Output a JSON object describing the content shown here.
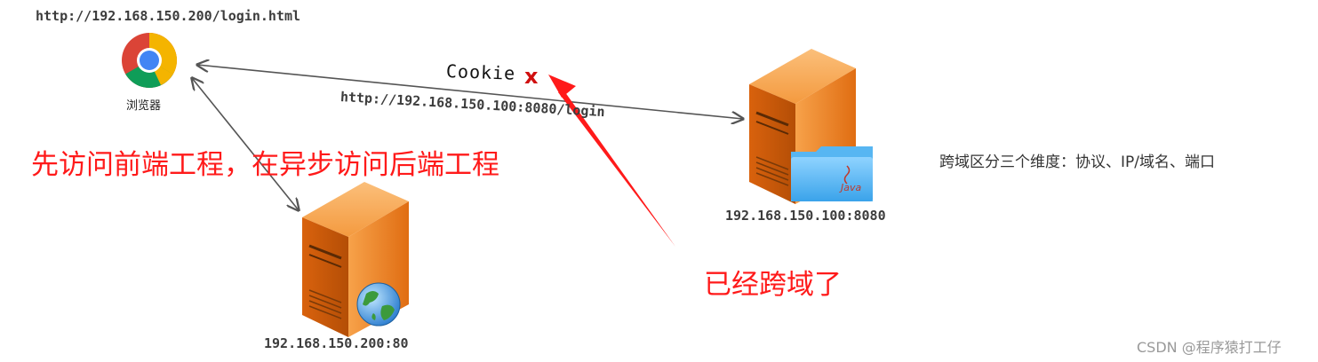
{
  "browser": {
    "url": "http://192.168.150.200/login.html",
    "label": "浏览器",
    "icon": "chrome-icon"
  },
  "request": {
    "url": "http://192.168.150.100:8080/login",
    "cookie_label": "Cookie",
    "cookie_mark": "x"
  },
  "annotations": {
    "left_message": "先访问前端工程，在异步访问后端工程",
    "right_message": "已经跨域了",
    "note": "跨域区分三个维度：协议、IP/域名、端口"
  },
  "servers": {
    "backend_label": "192.168.150.100:8080",
    "backend_icon": "java-folder-icon",
    "frontend_label": "192.168.150.200:80",
    "frontend_icon": "globe-icon"
  },
  "watermark": "CSDN @程序猿打工仔",
  "colors": {
    "annotation_red": "#ff1a1a",
    "server_orange": "#f08a2c",
    "arrow_gray": "#555555"
  }
}
